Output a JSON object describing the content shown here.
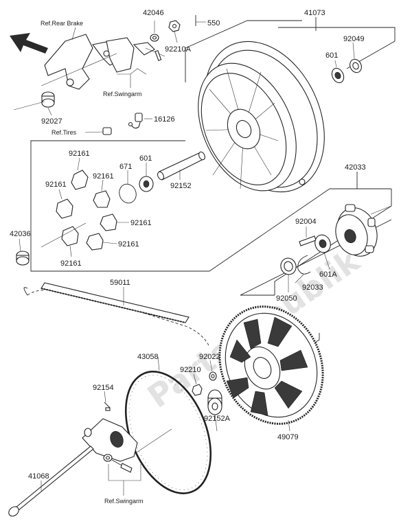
{
  "watermark": "PartsRepublik",
  "part_labels": {
    "p41073": "41073",
    "p42046": "42046",
    "p550": "550",
    "p92210A": "92210A",
    "p601_top": "601",
    "p92049": "92049",
    "p92027": "92027",
    "p16126": "16126",
    "p92161_a": "92161",
    "p92161_b": "92161",
    "p92161_c": "92161",
    "p92161_d": "92161",
    "p92161_e": "92161",
    "p92161_f": "92161",
    "p671": "671",
    "p601_mid": "601",
    "p92152": "92152",
    "p42033": "42033",
    "p42036": "42036",
    "p92004": "92004",
    "p601A": "601A",
    "p92050": "92050",
    "p92033": "92033",
    "p59011": "59011",
    "p43058": "43058",
    "p92022": "92022",
    "p92210": "92210",
    "p92154": "92154",
    "p92152A": "92152A",
    "p49079": "49079",
    "p41068": "41068"
  },
  "ref_labels": {
    "rear_brake": "Ref.Rear Brake",
    "swingarm_top": "Ref.Swingarm",
    "tires": "Ref.Tires",
    "swingarm_bottom": "Ref.Swingarm"
  }
}
